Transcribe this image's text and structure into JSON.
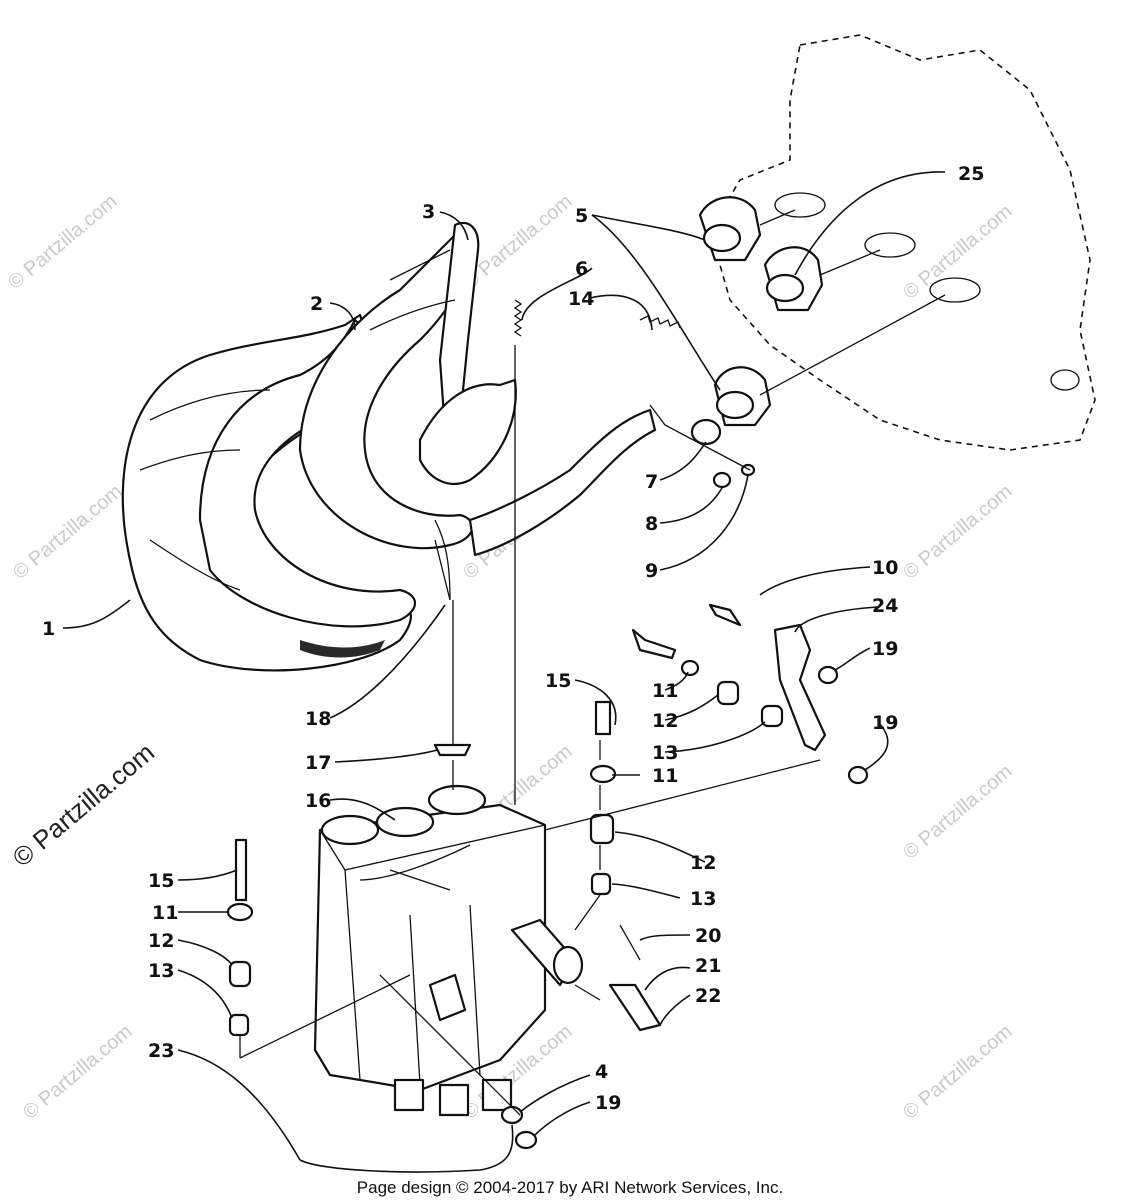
{
  "watermark": {
    "small": "© Partzilla.com",
    "large": "© Partzilla.com"
  },
  "footer": "Page design © 2004-2017 by ARI Network Services, Inc.",
  "callouts": {
    "c1": "1",
    "c2": "2",
    "c3": "3",
    "c4": "4",
    "c5": "5",
    "c6": "6",
    "c7": "7",
    "c8": "8",
    "c9": "9",
    "c10": "10",
    "c11a": "11",
    "c11b": "11",
    "c11c": "11",
    "c12a": "12",
    "c12b": "12",
    "c12c": "12",
    "c13a": "13",
    "c13b": "13",
    "c13c": "13",
    "c14": "14",
    "c15a": "15",
    "c15b": "15",
    "c16": "16",
    "c17": "17",
    "c18": "18",
    "c19a": "19",
    "c19b": "19",
    "c19c": "19",
    "c20": "20",
    "c21": "21",
    "c22": "22",
    "c23": "23",
    "c24": "24",
    "c25": "25"
  }
}
